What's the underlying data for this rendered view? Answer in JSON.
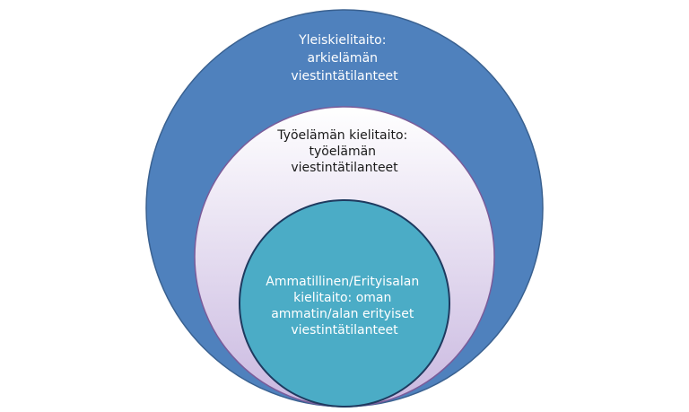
{
  "diagram": {
    "outer": {
      "lines": [
        "Yleiskielitaito:",
        "arkielämän",
        "viestintätilanteet"
      ],
      "fill": "#4f81bd",
      "stroke": "#3a6190"
    },
    "middle": {
      "lines": [
        "Työelämän kielitaito:",
        "työelämän",
        "viestintätilanteet"
      ],
      "fill_top": "#ffffff",
      "fill_bottom": "#c9b8e0",
      "stroke": "#7a5c9a"
    },
    "inner": {
      "lines": [
        "Ammatillinen/Erityisalan",
        "kielitaito: oman",
        "ammatin/alan erityiset",
        "viestintätilanteet"
      ],
      "fill": "#4bacc6",
      "stroke": "#1e3a5f"
    }
  }
}
